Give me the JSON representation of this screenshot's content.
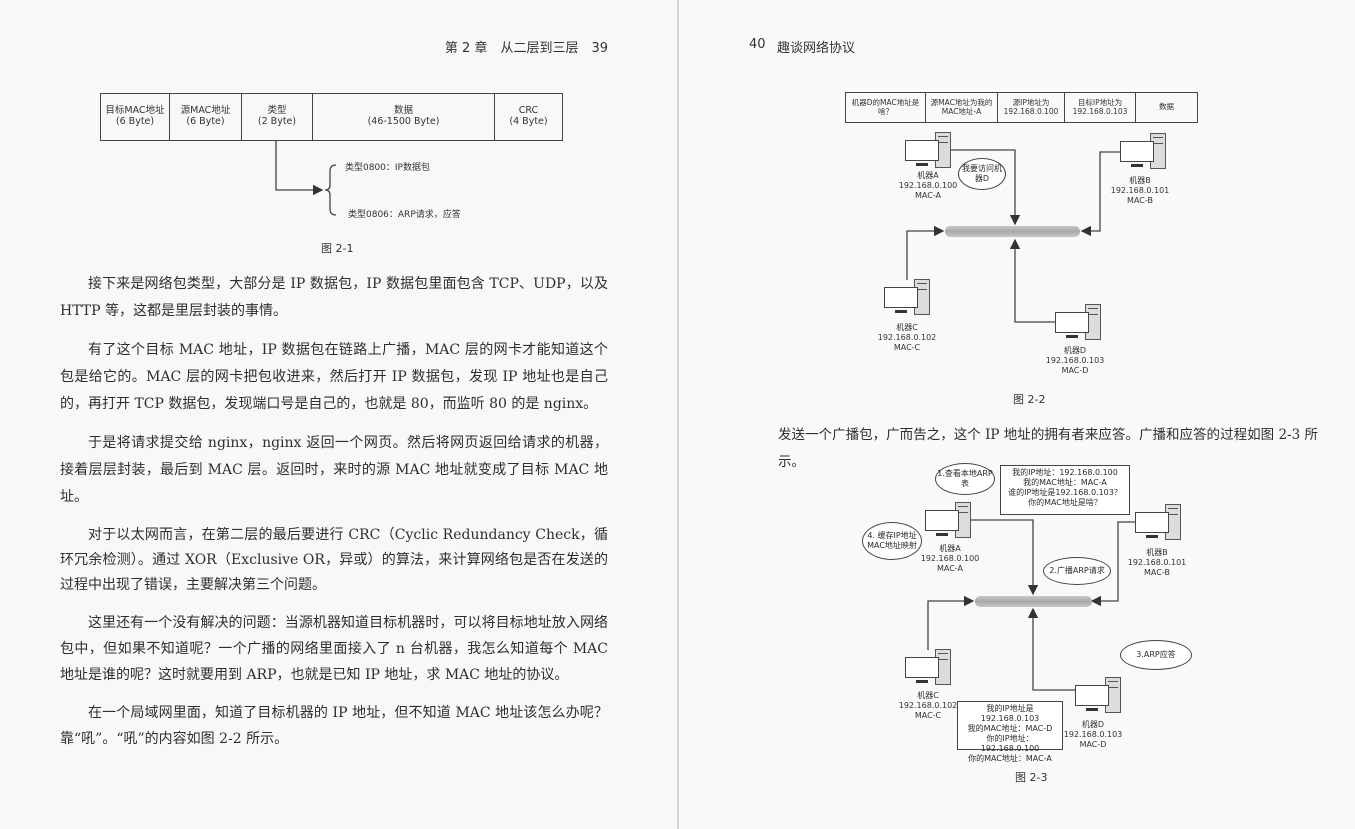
{
  "left_page": {
    "header": "第 2 章　从二层到三层　39",
    "figure_2_1": {
      "cells": [
        [
          "目标MAC地址",
          "(6 Byte)"
        ],
        [
          "源MAC地址",
          "(6 Byte)"
        ],
        [
          "类型",
          "(2 Byte)"
        ],
        [
          "数据",
          "(46-1500 Byte)"
        ],
        [
          "CRC",
          "(4 Byte)"
        ]
      ],
      "type_0800": "类型0800：IP数据包",
      "type_0806": "类型0806：ARP请求，应答",
      "caption": "图 2-1"
    },
    "paragraphs": [
      "接下来是网络包类型，大部分是 IP 数据包，IP 数据包里面包含 TCP、UDP，以及 HTTP 等，这都是里层封装的事情。",
      "有了这个目标 MAC 地址，IP 数据包在链路上广播，MAC 层的网卡才能知道这个包是给它的。MAC 层的网卡把包收进来，然后打开 IP 数据包，发现 IP 地址也是自己的，再打开 TCP 数据包，发现端口号是自己的，也就是 80，而监听 80 的是 nginx。",
      "于是将请求提交给 nginx，nginx 返回一个网页。然后将网页返回给请求的机器，接着层层封装，最后到 MAC 层。返回时，来时的源 MAC 地址就变成了目标 MAC 地址。",
      "对于以太网而言，在第二层的最后要进行 CRC（Cyclic Redundancy Check，循环冗余检测）。通过 XOR（Exclusive OR，异或）的算法，来计算网络包是否在发送的过程中出现了错误，主要解决第三个问题。",
      "这里还有一个没有解决的问题：当源机器知道目标机器时，可以将目标地址放入网络包中，但如果不知道呢？一个广播的网络里面接入了 n 台机器，我怎么知道每个 MAC 地址是谁的呢？这时就要用到 ARP，也就是已知 IP 地址，求 MAC 地址的协议。",
      "在一个局域网里面，知道了目标机器的 IP 地址，但不知道 MAC 地址该怎么办呢？靠“吼”。“吼”的内容如图 2-2 所示。"
    ]
  },
  "right_page": {
    "header_num": "40",
    "header_title": "趣谈网络协议",
    "figure_2_2": {
      "cells": [
        "机器D的MAC地址是啥？",
        "源MAC地址为我的MAC地址-A",
        "源IP地址为192.168.0.100",
        "目标IP地址为192.168.0.103",
        "数据"
      ],
      "machine_a": [
        "机器A",
        "192.168.0.100",
        "MAC-A"
      ],
      "machine_b": [
        "机器B",
        "192.168.0.101",
        "MAC-B"
      ],
      "machine_c": [
        "机器C",
        "192.168.0.102",
        "MAC-C"
      ],
      "machine_d": [
        "机器D",
        "192.168.0.103",
        "MAC-D"
      ],
      "bubble": "我要访问机器D",
      "caption": "图 2-2"
    },
    "sentence": "发送一个广播包，广而告之，这个 IP 地址的拥有者来应答。广播和应答的过程如图 2-3 所示。",
    "figure_2_3": {
      "bubble_1": "1.查看本地ARP表",
      "request_box": [
        "我的IP地址：192.168.0.100",
        "我的MAC地址：MAC-A",
        "谁的IP地址是192.168.0.103？",
        "你的MAC地址是啥？"
      ],
      "bubble_4": "4. 缓存IP地址MAC地址映射",
      "bubble_2": "2.广播ARP请求",
      "bubble_3": "3.ARP应答",
      "reply_box": [
        "我的IP地址是192.168.0.103",
        "我的MAC地址：MAC-D",
        "你的IP地址：192.168.0.100",
        "你的MAC地址：MAC-A"
      ],
      "machine_a": [
        "机器A",
        "192.168.0.100",
        "MAC-A"
      ],
      "machine_b": [
        "机器B",
        "192.168.0.101",
        "MAC-B"
      ],
      "machine_c": [
        "机器C",
        "192.168.0.102",
        "MAC-C"
      ],
      "machine_d": [
        "机器D",
        "192.168.0.103",
        "MAC-D"
      ],
      "caption": "图 2-3"
    }
  }
}
